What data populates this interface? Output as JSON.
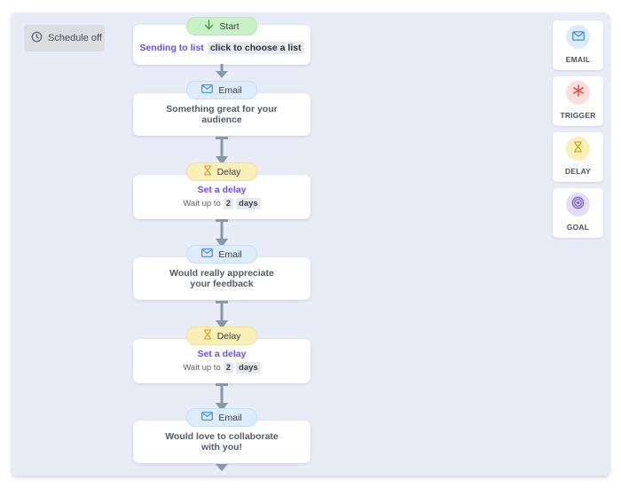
{
  "schedule": {
    "label": "Schedule off",
    "icon": "clock-icon"
  },
  "flow": {
    "start": {
      "pill_label": "Start",
      "icon": "arrow-down-icon",
      "sending_label": "Sending to list",
      "choose_list": "click to choose a list"
    },
    "steps": [
      {
        "type": "email",
        "pill_label": "Email",
        "icon": "envelope-icon",
        "text": "Something great for your audience"
      },
      {
        "type": "delay",
        "pill_label": "Delay",
        "icon": "hourglass-icon",
        "title": "Set a delay",
        "wait_prefix": "Wait up to",
        "amount": "2",
        "unit": "days"
      },
      {
        "type": "email",
        "pill_label": "Email",
        "icon": "envelope-icon",
        "text": "Would really appreciate your feedback"
      },
      {
        "type": "delay",
        "pill_label": "Delay",
        "icon": "hourglass-icon",
        "title": "Set a delay",
        "wait_prefix": "Wait up to",
        "amount": "2",
        "unit": "days"
      },
      {
        "type": "email",
        "pill_label": "Email",
        "icon": "envelope-icon",
        "text": "Would love to collaborate with you!"
      }
    ]
  },
  "palette": [
    {
      "label": "EMAIL",
      "icon": "envelope-icon",
      "color": "#dcecfb"
    },
    {
      "label": "TRIGGER",
      "icon": "asterisk-icon",
      "color": "#fcdede"
    },
    {
      "label": "DELAY",
      "icon": "hourglass-icon",
      "color": "#fbefb8"
    },
    {
      "label": "GOAL",
      "icon": "target-icon",
      "color": "#e5defa"
    }
  ],
  "colors": {
    "canvas_bg": "#e8ecf7",
    "accent_purple": "#6b4fe0",
    "connector": "#8a97a6"
  }
}
